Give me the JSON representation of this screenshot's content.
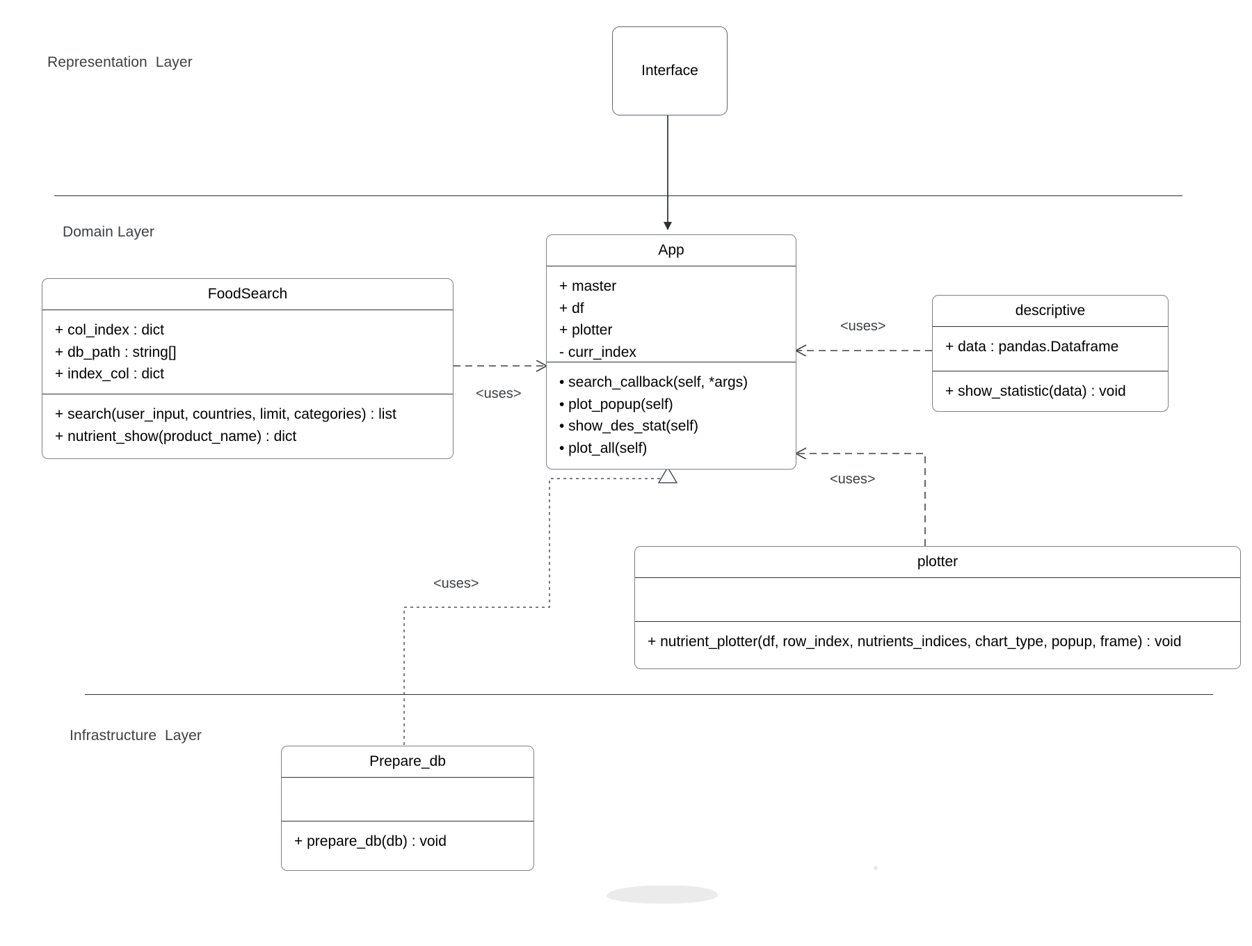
{
  "diagram": {
    "title_layers": [
      {
        "id": "representation",
        "label": "Representation  Layer"
      },
      {
        "id": "domain",
        "label": "Domain Layer"
      },
      {
        "id": "infrastructure",
        "label": "Infrastructure  Layer"
      }
    ],
    "colors": {
      "box_border": "#7a8090",
      "divider": "#2b3038",
      "text": "#000000",
      "label_text": "#3c4043",
      "background": "#ffffff"
    }
  },
  "nodes": {
    "interface": {
      "name": "Interface"
    },
    "app": {
      "name": "App",
      "attributes": [
        "+ master",
        "+ df",
        "+ plotter",
        "- curr_index"
      ],
      "methods": [
        "• search_callback(self, *args)",
        "• plot_popup(self)",
        "• show_des_stat(self)",
        "• plot_all(self)"
      ]
    },
    "food_search": {
      "name": "FoodSearch",
      "attributes": [
        "+ col_index : dict",
        "+ db_path : string[]",
        "+ index_col : dict"
      ],
      "methods": [
        "+ search(user_input, countries, limit, categories) : list",
        "+ nutrient_show(product_name) : dict"
      ]
    },
    "descriptive": {
      "name": "descriptive",
      "attributes": [
        "+ data : pandas.Dataframe"
      ],
      "methods": [
        "+ show_statistic(data) : void"
      ]
    },
    "plotter": {
      "name": "plotter",
      "attributes": [],
      "methods": [
        "+ nutrient_plotter(df, row_index, nutrients_indices, chart_type, popup, frame) : void"
      ]
    },
    "prepare_db": {
      "name": "Prepare_db",
      "attributes": [],
      "methods": [
        "+ prepare_db(db) : void"
      ]
    }
  },
  "relationships": [
    {
      "id": "interface-app",
      "from": "Interface",
      "to": "App",
      "label": "",
      "style": "solid-filled-arrow"
    },
    {
      "id": "foodsearch-app",
      "from": "FoodSearch",
      "to": "App",
      "label": "<uses>",
      "style": "dashed-open-arrow"
    },
    {
      "id": "descriptive-app",
      "from": "descriptive",
      "to": "App",
      "label": "<uses>",
      "style": "dashed-open-arrow"
    },
    {
      "id": "plotter-app",
      "from": "plotter",
      "to": "App",
      "label": "<uses>",
      "style": "dashed-open-arrow"
    },
    {
      "id": "preparedb-app",
      "from": "Prepare_db",
      "to": "App",
      "label": "<uses>",
      "style": "dotted-hollow-triangle"
    }
  ]
}
